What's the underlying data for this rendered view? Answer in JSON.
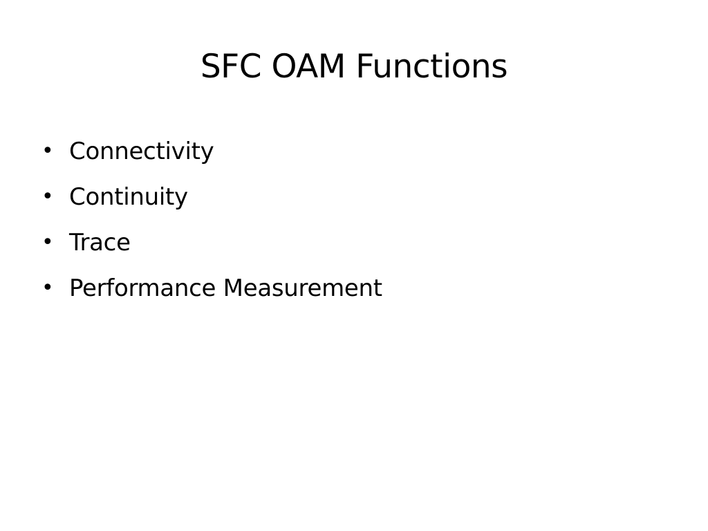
{
  "slide": {
    "title": "SFC OAM Functions",
    "bullets": [
      {
        "text": "Connectivity"
      },
      {
        "text": "Continuity"
      },
      {
        "text": "Trace"
      },
      {
        "text": "Performance Measurement"
      }
    ],
    "bullet_glyph": "•",
    "colors": {
      "background": "#ffffff",
      "text": "#000000"
    }
  }
}
